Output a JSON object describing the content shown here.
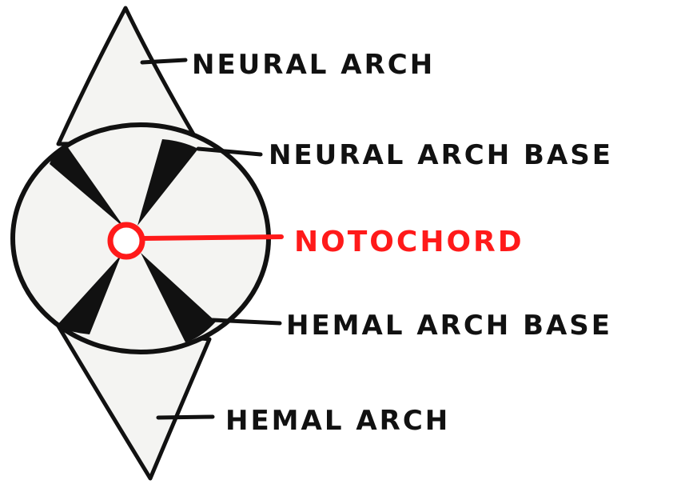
{
  "labels": {
    "neural_arch": "NEURAL ARCH",
    "neural_arch_base": "NEURAL ARCH BASE",
    "notochord": "NOTOCHORD",
    "hemal_arch_base": "HEMAL ARCH BASE",
    "hemal_arch": "HEMAL ARCH"
  },
  "colors": {
    "ink": "#111111",
    "fill": "#f4f4f2",
    "highlight": "#ff1a1a"
  }
}
